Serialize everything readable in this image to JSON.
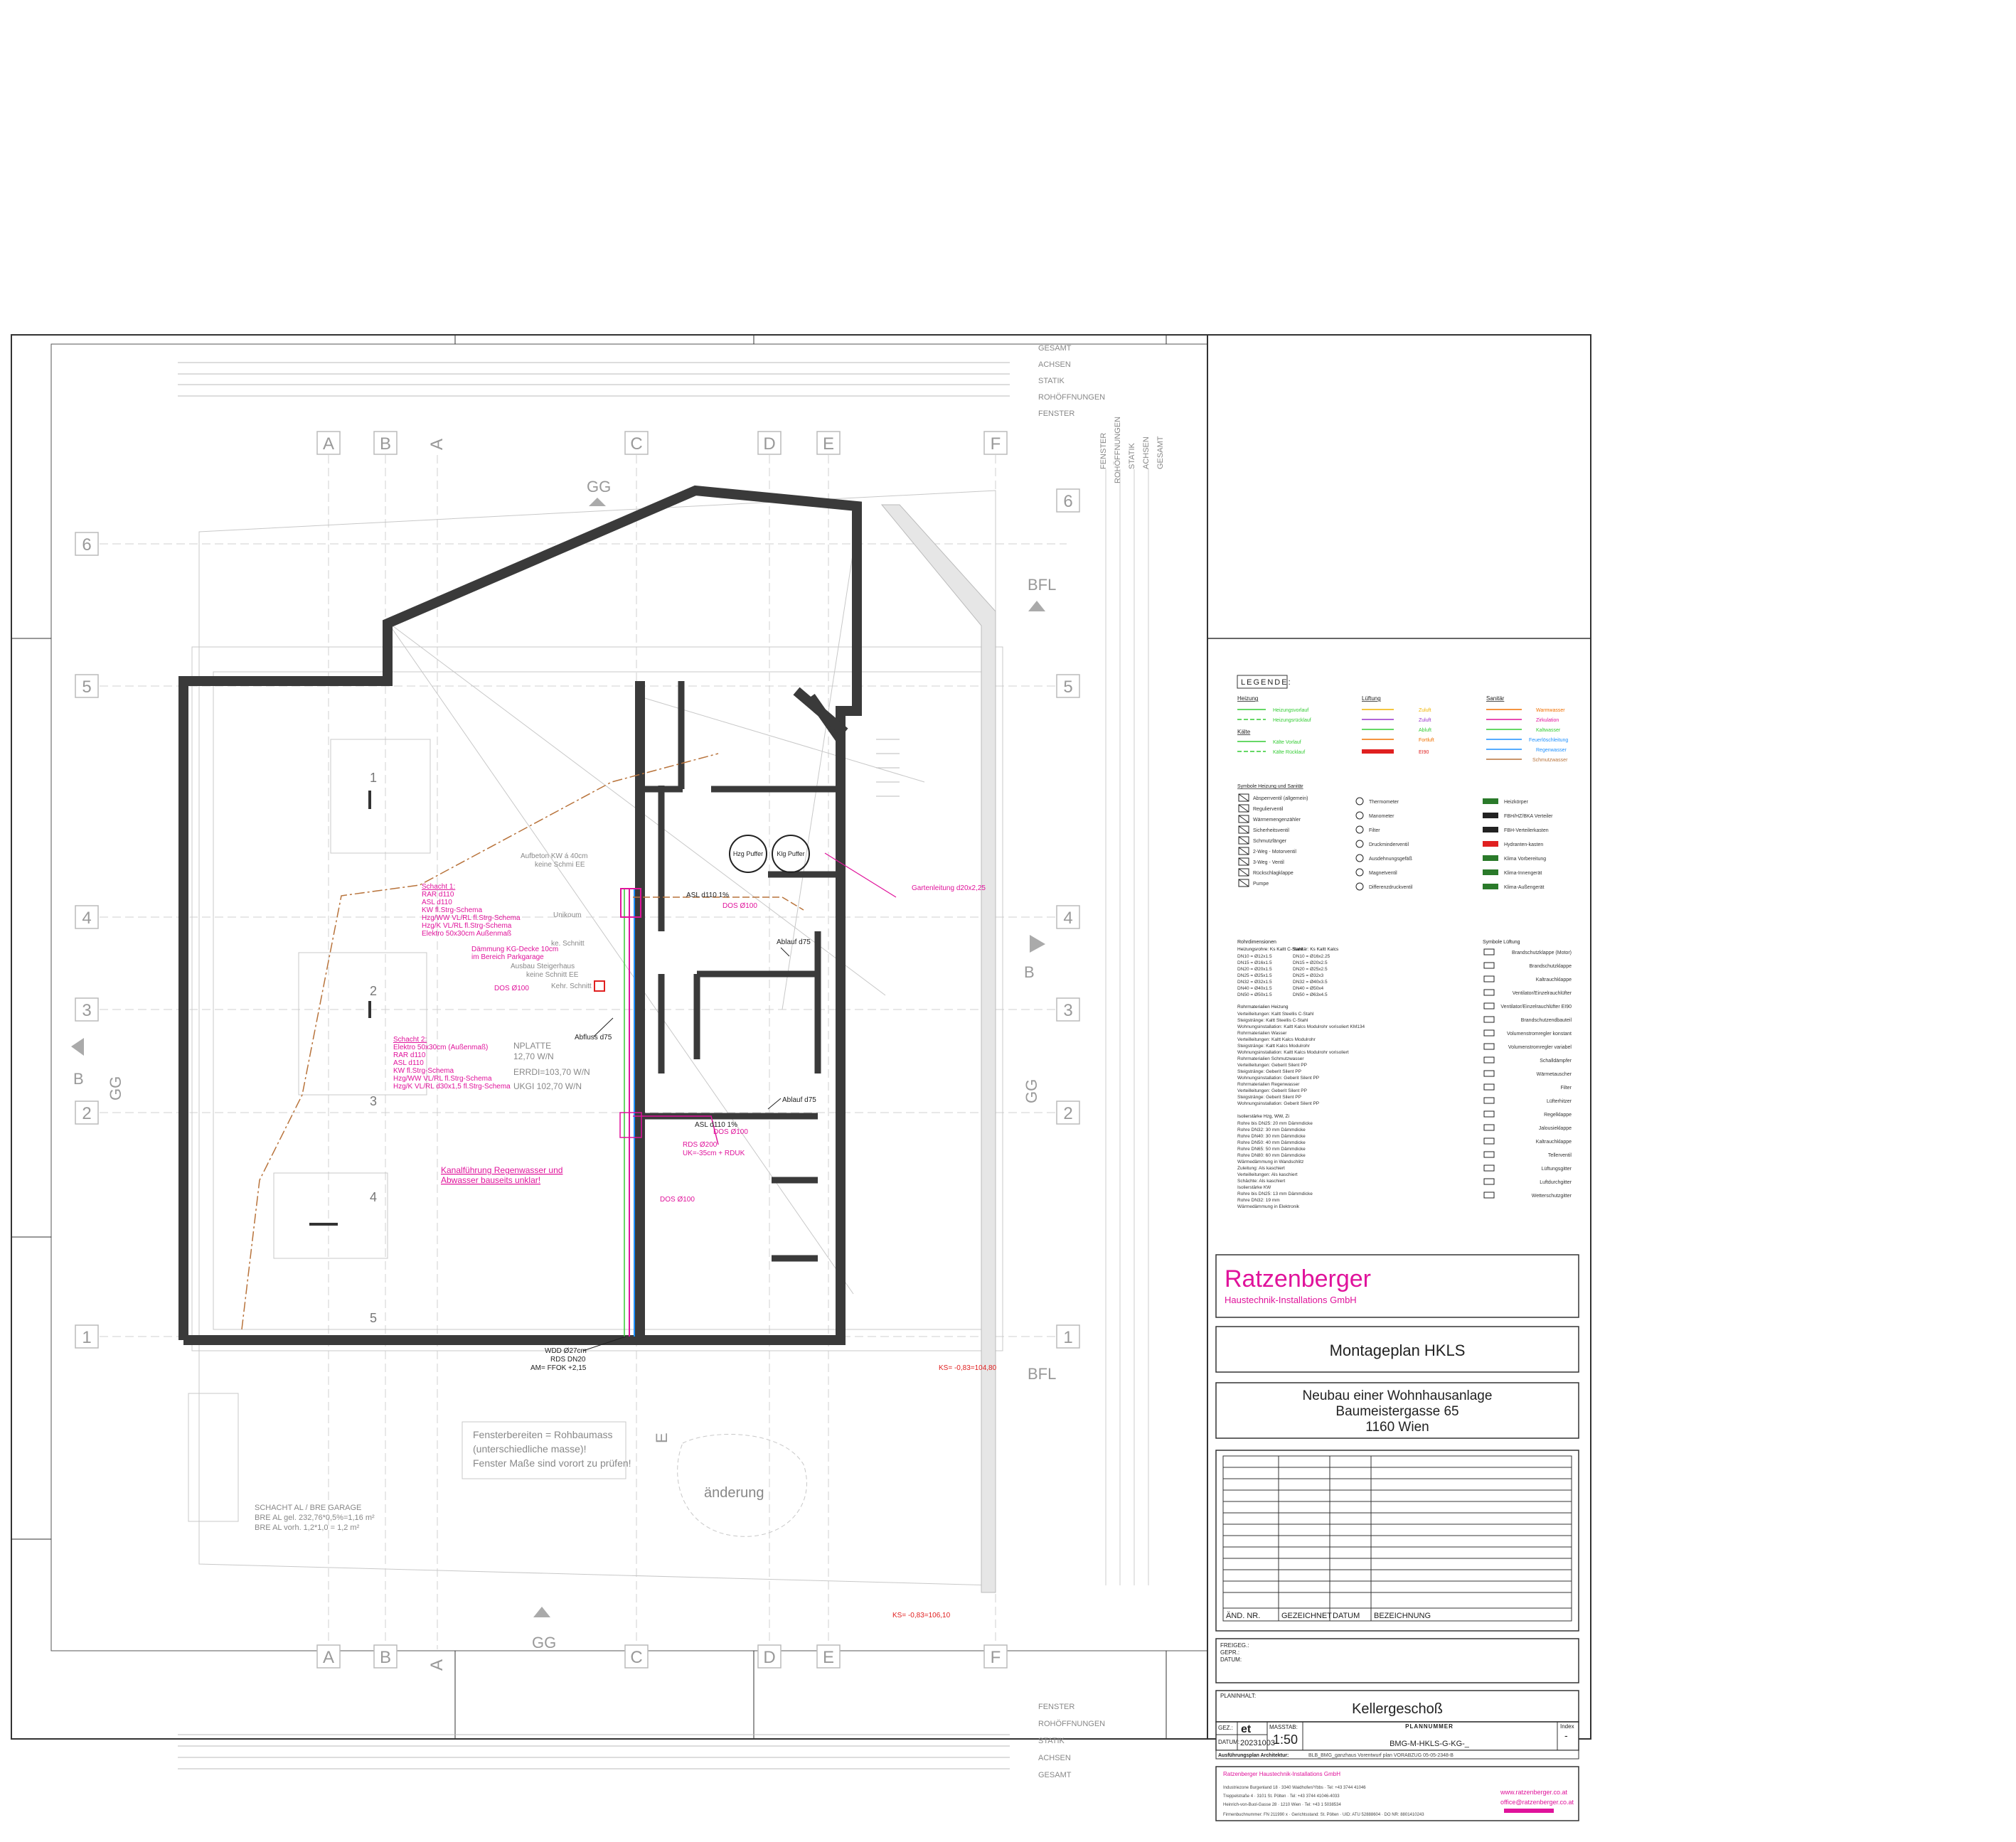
{
  "title_block": {
    "company": "Ratzenberger",
    "company_sub": "Haustechnik-Installations GmbH",
    "plan_type": "Montageplan HKLS",
    "project_line1": "Neubau einer Wohnhausanlage",
    "project_line2": "Baumeistergasse 65",
    "project_line3": "1160 Wien",
    "revision_cols": [
      "ÄND. NR.",
      "GEZEICHNET",
      "DATUM",
      "BEZEICHNUNG"
    ],
    "freigabe_lines": [
      "FREIGEG.:",
      "GEPR.:",
      "DATUM:"
    ],
    "planinhalt_label": "PLANINHALT:",
    "planinhalt": "Kellergeschoß",
    "gez_label": "GEZ.:",
    "gez_value": "et",
    "datum_label": "DATUM:",
    "datum_value": "20231003",
    "massstab_label": "MASSTAB:",
    "massstab_value": "1:50",
    "plannummer_label": "PLANNUMMER",
    "plannummer_value": "BMG-M-HKLS-G-KG-_",
    "index_label": "Index",
    "index_value": "-",
    "architect_label": "Ausführungsplan Architektur:",
    "architect_value": "BLB_BMG_ganzhaus Vorentwurf plan VORABZUG 05-05-2348-B",
    "footer_company": "Ratzenberger Haustechnik-Installations GmbH",
    "footer_addr1": "Industriezone Burgenland 18 · 3340 Waidhofen/Ybbs · Tel: +43 3744 41046",
    "footer_addr2": "Treppelstraße 4 · 3101 St. Pölten · Tel: +43 3744 41046-4033",
    "footer_addr3": "Heinrich-von-Buol-Gasse 28 · 1210 Wien · Tel: +43 1 5038534",
    "footer_web": "www.ratzenberger.co.at",
    "footer_mail": "office@ratzenberger.co.at",
    "footer_legal": "Firmenbuchnummer: FN 211990 x · Gerichtsstand: St. Pölten · UID: ATU 52888604 · DO NR: 8801410243"
  },
  "legend": {
    "title": "LEGENDE:",
    "groups": [
      {
        "name": "Heizung",
        "items": [
          {
            "label": "Heizungsvorlauf",
            "color": "#33cc33"
          },
          {
            "label": "Heizungsrücklauf",
            "color": "#33cc33"
          }
        ]
      },
      {
        "name": "Kälte",
        "items": [
          {
            "label": "Kälte Vorlauf",
            "color": "#33cc33"
          },
          {
            "label": "Kälte Rücklauf",
            "color": "#33cc33"
          }
        ]
      },
      {
        "name": "Lüftung",
        "items": [
          {
            "label": "Zuluft",
            "color": "#f0b400"
          },
          {
            "label": "Zuluft",
            "color": "#9933cc"
          },
          {
            "label": "Abluft",
            "color": "#33cc33"
          },
          {
            "label": "Fortluft",
            "color": "#f07000"
          },
          {
            "label": "EI90",
            "color": "#e02020"
          }
        ]
      },
      {
        "name": "Sanitär",
        "items": [
          {
            "label": "Warmwasser",
            "color": "#f07000"
          },
          {
            "label": "Zirkulation",
            "color": "#e0139b"
          },
          {
            "label": "Kaltwasser",
            "color": "#33cc33"
          },
          {
            "label": "Feuerlöschleitung",
            "color": "#1e90ff"
          },
          {
            "label": "Regenwasser",
            "color": "#1e90ff"
          },
          {
            "label": "Schmutzwasser",
            "color": "#b8733b"
          }
        ]
      }
    ],
    "symbols_heading": "Symbole Heizung und Sanitär",
    "symbols_col1": [
      "Absperrventil (allgemein)",
      "Regulierventil",
      "Wärmemengenzähler",
      "Sicherheitsventil",
      "Schmutzfänger",
      "2-Weg - Motorventil",
      "3-Weg - Ventil",
      "Rückschlagklappe",
      "Pumpe"
    ],
    "symbols_col2": [
      "Thermometer",
      "Manometer",
      "Filter",
      "Druckminderventil",
      "Ausdehnungsgefäß",
      "Magnetventil",
      "Differenzdruckventil"
    ],
    "symbols_col3": [
      "Heizkörper",
      "FBH/HZ/BKA Verteiler",
      "FBH-Verteilerkasten",
      "Hydranten-kasten",
      "Klima Vorbereitung",
      "Klima-Innengerät",
      "Klima-Außengerät"
    ],
    "ventilation_heading": "Symbole Lüftung",
    "ventilation_items": [
      "Brandschutzklappe (Motor)",
      "Brandschutzklappe",
      "Kaltrauchklappe",
      "Ventilator/Einzelrauchlüfter",
      "Ventilator/Einzelrauchlüfter EI90",
      "Brandschutzendbauteil",
      "Volumenstromregler konstant",
      "Volumenstromregler variabel",
      "Schalldämpfer",
      "Wärmetauscher",
      "Filter",
      "Lüfterhitzer",
      "Regelklappe",
      "Jalousieklappe",
      "Kaltrauchklappe",
      "Tellerventil",
      "Lüftungsgitter",
      "Luftdurchgitter",
      "Wetterschutzgitter"
    ],
    "pipes_heading": "Rohrdimensionen",
    "pipes_col1_title": "Heizungsrohre: Ks Kaltt C-Stahl",
    "pipes_col1": [
      "DN10 = Ø12x1.5",
      "DN15 = Ø16x1.5",
      "DN20 = Ø20x1.5",
      "DN25 = Ø25x1.5",
      "DN32 = Ø32x1.5",
      "DN40 = Ø40x1.5",
      "DN50 = Ø50x1.5"
    ],
    "pipes_col2_title": "Sanitär: Ks Kaltt Kalcs",
    "pipes_col2": [
      "DN10 = Ø16x2.25",
      "DN15 = Ø20x2.5",
      "DN20 = Ø25x2.5",
      "DN25 = Ø32x3",
      "DN32 = Ø40x3.5",
      "DN40 = Ø50x4",
      "DN50 = Ø63x4.5"
    ],
    "materials_heading": "Rohrmaterialien Heizung",
    "materials": [
      "Verteilleitungen: Kaltt Steellis C-Stahl",
      "Steigstränge: Kaltt Steellis C-Stahl",
      "Wohnungsinstallation: Kaltt Kalcs Modulrohr vorisoliert KM134",
      "Rohrmaterialien Wasser",
      "Verteilleitungen: Kaltt Kalcs Modulrohr",
      "Steigstränge: Kaltt Kalcs Modulrohr",
      "Wohnungsinstallation: Kaltt Kalcs Modulrohr vorisoliert",
      "Rohrmaterialien Schmutzwasser",
      "Verteilleitungen: Geberit Silent PP",
      "Steigstränge: Geberit Silent PP",
      "Wohnungsinstallation: Geberit Silent PP",
      "Rohrmaterialien Regenwasser",
      "Verteilleitungen: Geberit Silent PP",
      "Steigstränge: Geberit Silent PP",
      "Wohnungsinstallation: Geberit Silent PP"
    ],
    "insulation_heading": "Isolierstärke Hzg, WW, Zi",
    "insulation": [
      "Rohre bis DN25: 20 mm Dämmdicke",
      "Rohre DN32: 30 mm Dämmdicke",
      "Rohre DN40: 30 mm Dämmdicke",
      "Rohre DN50: 40 mm Dämmdicke",
      "Rohre DN65: 50 mm Dämmdicke",
      "Rohre DN80: 60 mm Dämmdicke",
      "Wärmedämmung in Wandschlitz",
      "Zuleitung: Als kaschiert",
      "Verteilleitungen: Als kaschiert",
      "Schächte: Als kaschiert",
      "Isolierstärke KW",
      "Rohre bis DN25: 13 mm Dämmdicke",
      "Rohre DN32: 19 mm",
      "Wärmedämmung in Elektronik"
    ]
  },
  "plan": {
    "grid_cols": [
      "A",
      "B",
      "A",
      "C",
      "D",
      "E",
      "F"
    ],
    "grid_rows": [
      "6",
      "5",
      "4",
      "3",
      "2",
      "1"
    ],
    "dim_labels_right_top": [
      "GESAMT",
      "ACHSEN",
      "STATIK",
      "ROHÖFFNUNGEN",
      "FENSTER"
    ],
    "dim_labels_right_bottom": [
      "FENSTER",
      "ROHÖFFNUNGEN",
      "STATIK",
      "ACHSEN",
      "GESAMT"
    ],
    "dim_labels_vertical": [
      "FENSTER",
      "ROHÖFFNUNGEN",
      "STATIK",
      "ACHSEN",
      "GESAMT"
    ],
    "section_marks": [
      "GG",
      "BFL",
      "B",
      "GG",
      "B",
      "GG",
      "BFL",
      "GG",
      "E"
    ],
    "rooms": [
      "1",
      "2",
      "3",
      "4",
      "5"
    ],
    "tanks": [
      "Hzg Puffer",
      "Klg Puffer"
    ],
    "annotations_magenta": [
      "Schacht 1:",
      "RAR d110",
      "ASL d110",
      "KW fl.Strg-Schema",
      "Hzg/WW VL/RL fl.Strg-Schema",
      "Hzg/K VL/RL fl.Strg-Schema",
      "Elektro 50x30cm Außenmaß",
      "Dämmung KG-Decke 10cm",
      "im Bereich Parkgarage",
      "DOS Ø100",
      "Schacht 2:",
      "Elektro 50x30cm (Außenmaß)",
      "RAR d110",
      "ASL d110",
      "KW fl.Strg-Schema",
      "Hzg/WW VL/RL fl.Strg-Schema",
      "Hzg/K VL/RL d30x1,5 fl.Strg-Schema",
      "Kanalführung Regenwasser und",
      "Abwasser bauseits unklar!",
      "Gartenleitung d20x2,25",
      "DOS Ø100",
      "DOS Ø100",
      "RDS Ø200",
      "UK=-35cm + RDUK",
      "DOS Ø100",
      "KS= -0,83=104,80",
      "KS= -0,83=106,10"
    ],
    "annotations_black": [
      "Abfluss d75",
      "Ablauf d75",
      "Ablauf d75",
      "NPLATTE",
      "12,70 W/N",
      "ERRDI=103,70 W/N",
      "UKGI 102,70 W/N",
      "WDD Ø27cm",
      "RDS DN20",
      "AM= FFOK +2,15",
      "ASL d110 1%",
      "ASL d110 1%"
    ],
    "annotations_gray": [
      "Fensterbereiten = Rohbaumass",
      "(unterschiedliche masse)!",
      "Fenster Maße sind vorort zu prüfen!",
      "SCHACHT AL / BRE GARAGE",
      "BRE AL gel. 232,76*0,5%=1,16 m²",
      "BRE AL vorh. 1,2*1,0 = 1,2 m²",
      "änderung",
      "Aufbeton KW á 40cm",
      "keine Schmi EE",
      "Ausbau Steigerhaus",
      "keine Schnitt EE",
      "Unikoum",
      "ke. Schnitt",
      "Kehr. Schnitt"
    ]
  }
}
